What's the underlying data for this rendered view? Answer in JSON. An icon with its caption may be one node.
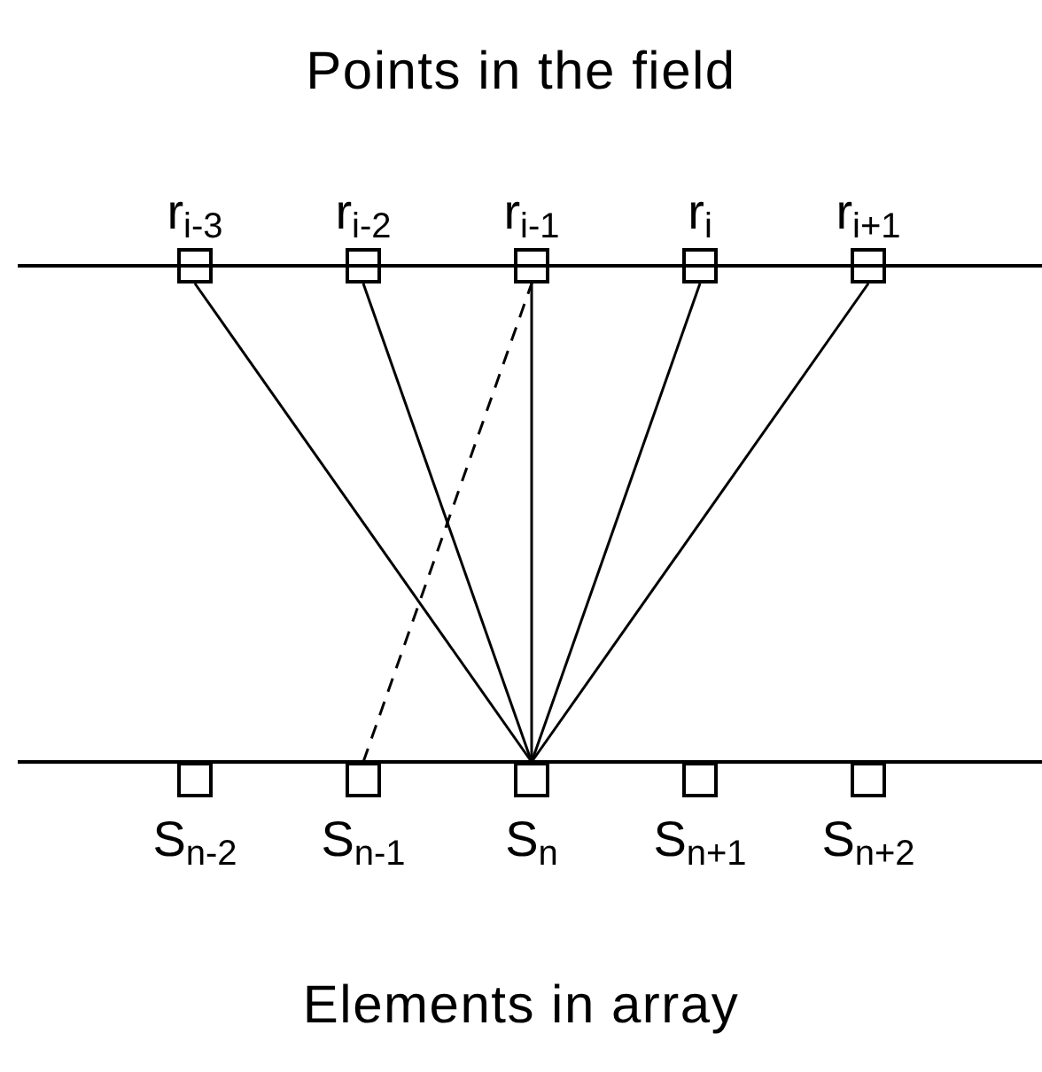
{
  "diagram": {
    "title": "Points in the field",
    "caption": "Elements in array",
    "nodes": [
      {
        "text": [
          "r$_{i-3}$"
        ]
      },
      {
        "text": [
          "r$_{i-2}$"
        ]
      },
      {
        "text": [
          "r$_{i-1}$"
        ]
      },
      {
        "text": [
          "r$_{i}$"
        ]
      },
      {
        "text": [
          "r$_{i+1}$"
        ]
      },
      {
        "text": [
          "S$_{n-2}$"
        ]
      },
      {
        "text": [
          "S$_{n-1}$"
        ]
      },
      {
        "text": [
          "S$_{n}$"
        ]
      },
      {
        "text": [
          "S$_{n+1}$"
        ]
      },
      {
        "text": [
          "S$_{n+2}$"
        ]
      }
    ],
    "edges": [
      {
        "from": 0,
        "to": 7,
        "arrow": "none"
      },
      {
        "from": 1,
        "to": 7,
        "arrow": "none"
      },
      {
        "from": 2,
        "to": 7,
        "arrow": "none"
      },
      {
        "from": 3,
        "to": 7,
        "arrow": "none"
      },
      {
        "from": 4,
        "to": 7,
        "arrow": "none"
      },
      {
        "from": 6,
        "to": 2,
        "arrow": "none",
        "style": "dashed"
      }
    ]
  }
}
